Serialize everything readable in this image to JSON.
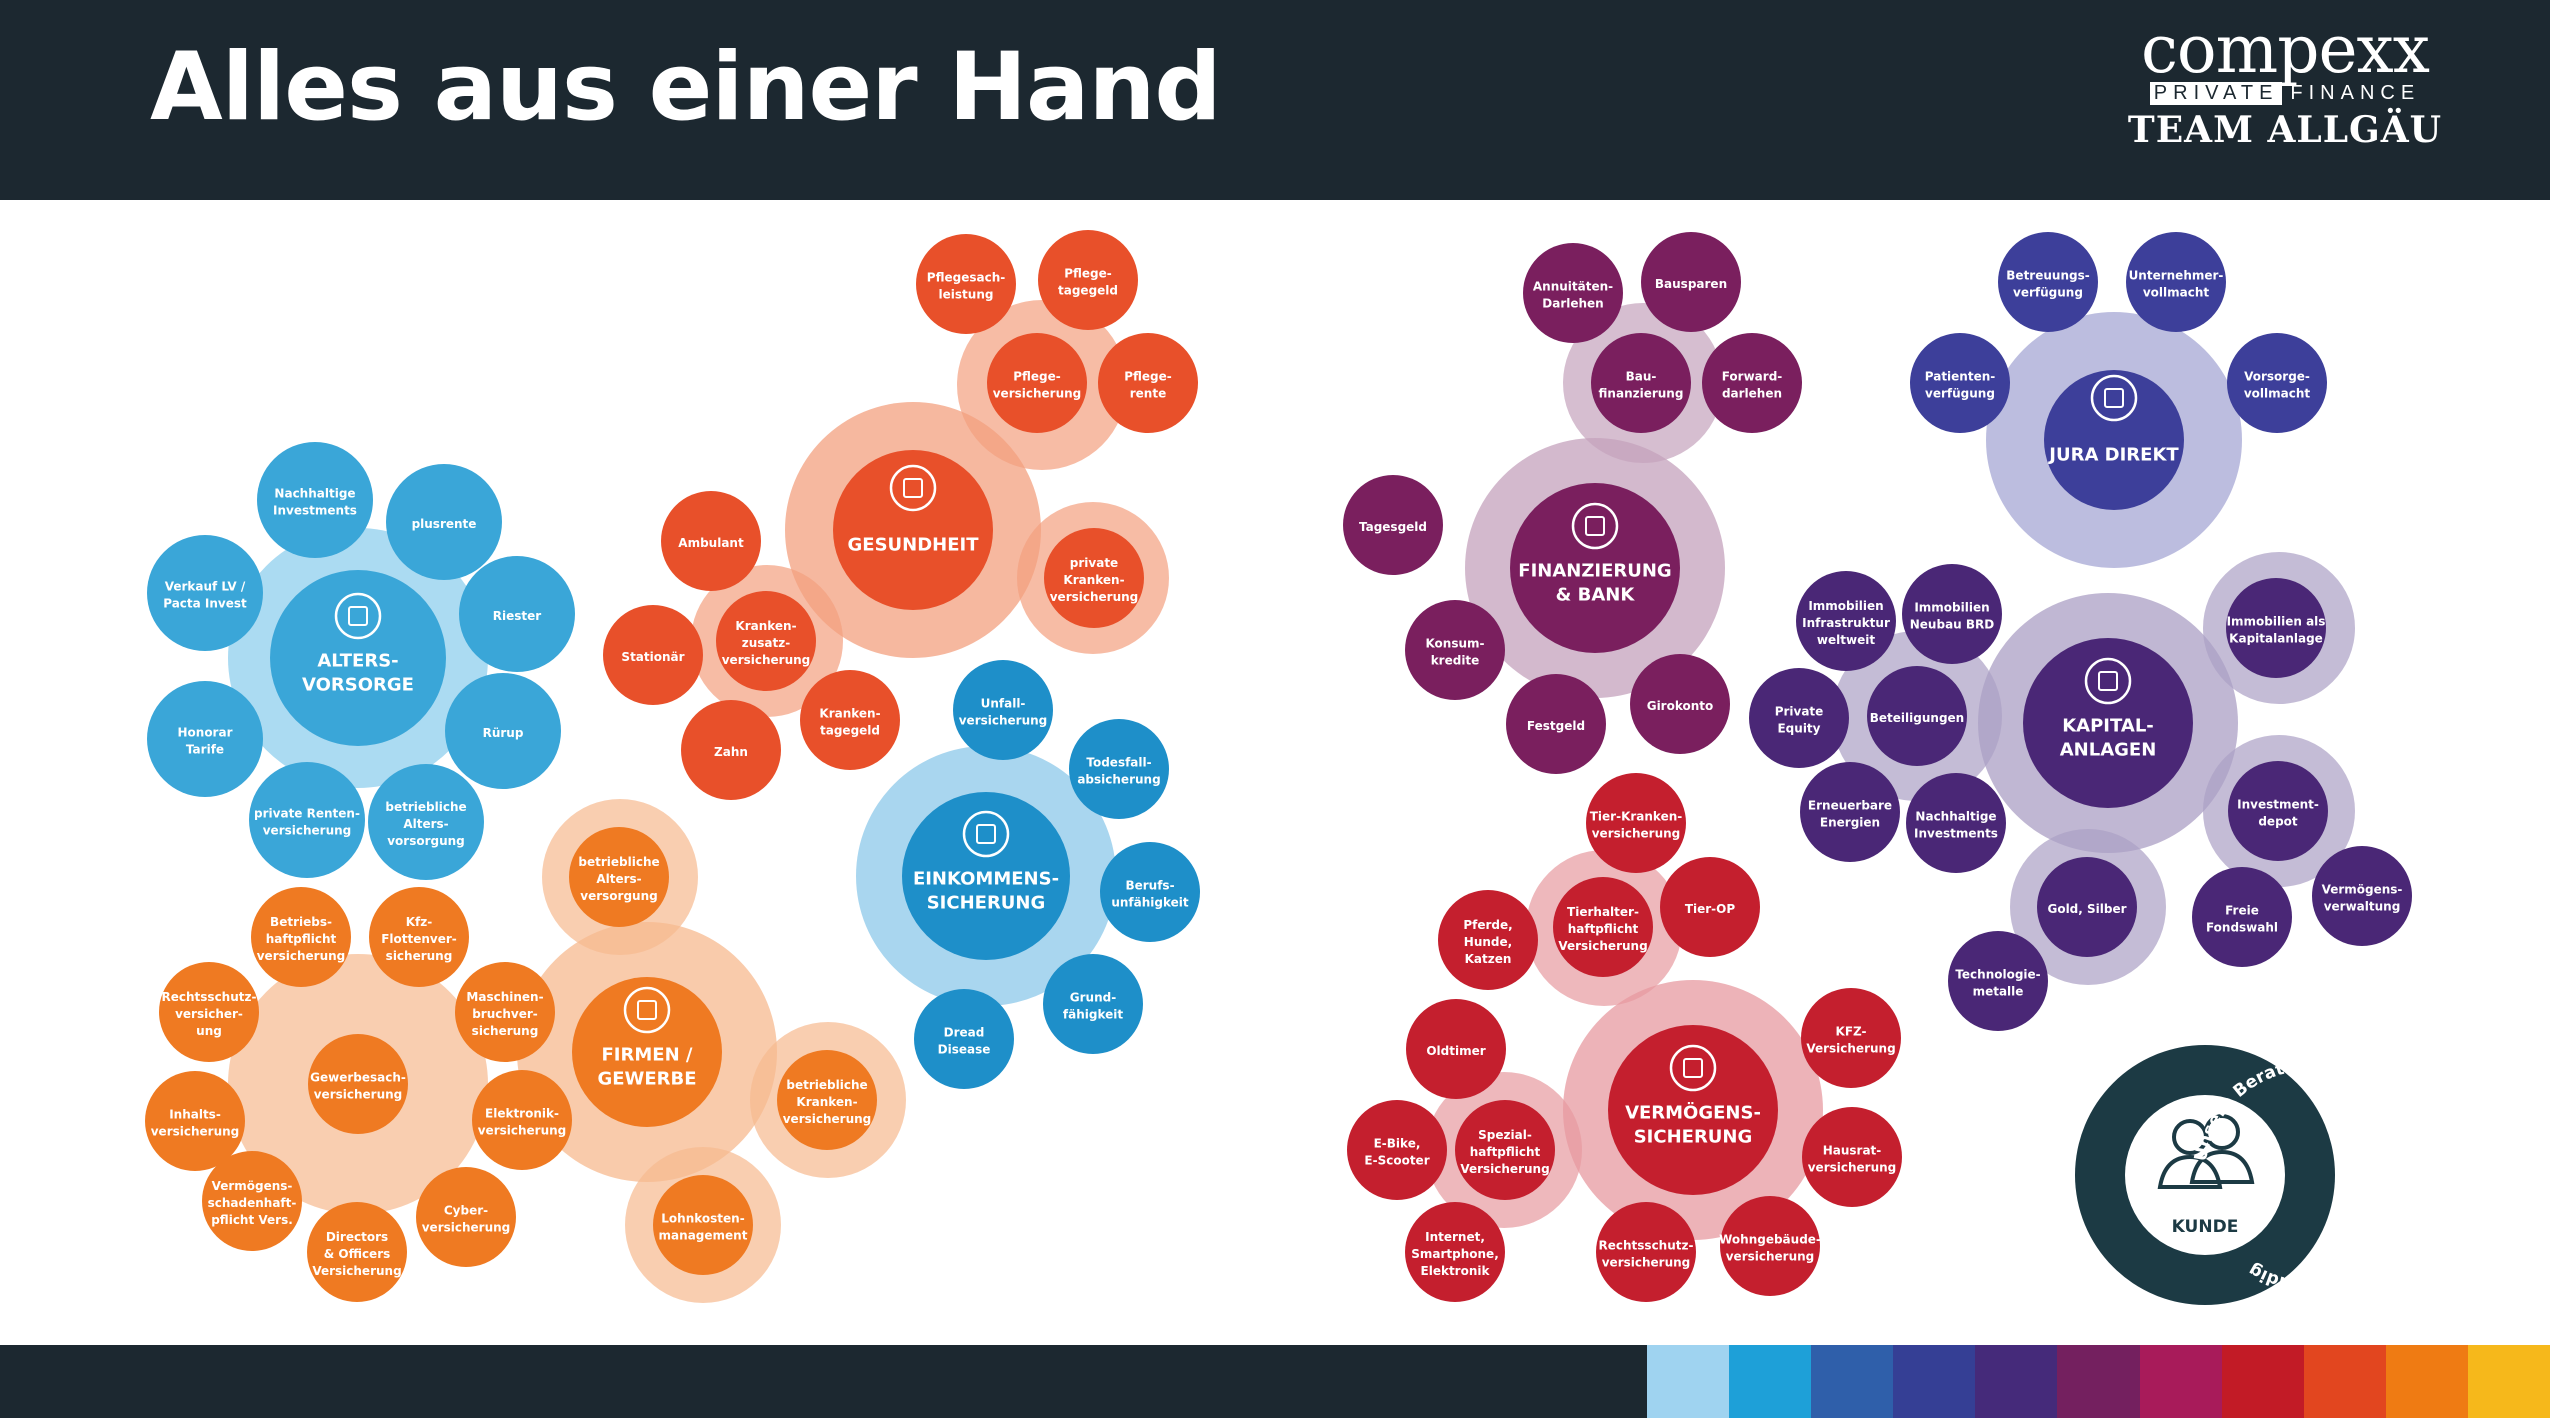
{
  "header": {
    "title": "Alles aus einer Hand",
    "logo_brand": "compexx",
    "logo_sub_left": "PRIVATE",
    "logo_sub_right": "FINANCE",
    "logo_team": "TEAM ALLGÄU"
  },
  "colors": {
    "dark": "#1c2830",
    "altersvorsorge": "#3aa6d8",
    "gesundheit": "#e8502a",
    "einkommen": "#1e8fc9",
    "firmen": "#ef7a22",
    "finanzierung": "#7a1f5e",
    "jura": "#3d3f9a",
    "kapital": "#4a2776",
    "vermoegen": "#c41f2e",
    "kunde": "#1c3a44"
  },
  "footer_stripes": [
    "#9fd3f0",
    "#1ea0d8",
    "#2f5faa",
    "#353f95",
    "#452a7a",
    "#74205f",
    "#a81b5a",
    "#c21b26",
    "#e2461f",
    "#ef7b13",
    "#f6b81b"
  ],
  "clusters": [
    {
      "id": "altersvorsorge",
      "color": "#3aa6d8",
      "hub": {
        "label": "ALTERS-\nVORSORGE",
        "icon": "family-icon"
      },
      "satellites": [
        {
          "label": "Nachhaltige\nInvestments"
        },
        {
          "label": "plusrente"
        },
        {
          "label": "Riester"
        },
        {
          "label": "Rürup"
        },
        {
          "label": "betriebliche\nAlters-\nvorsorgung"
        },
        {
          "label": "private Renten-\nversicherung"
        },
        {
          "label": "Honorar\nTarife"
        },
        {
          "label": "Verkauf LV /\nPacta Invest"
        }
      ]
    },
    {
      "id": "gesundheit",
      "color": "#e8502a",
      "hub": {
        "label": "GESUNDHEIT",
        "icon": "medical-cross-icon"
      },
      "satellites": [
        {
          "label": "Pflegesach-\nleistung"
        },
        {
          "label": "Pflege-\ntagegeld"
        },
        {
          "label": "Pflege-\nversicherung"
        },
        {
          "label": "Pflege-\nrente"
        },
        {
          "label": "private\nKranken-\nversicherung"
        },
        {
          "label": "Ambulant"
        },
        {
          "label": "Kranken-\nzusatz-\nversicherung"
        },
        {
          "label": "Stationär"
        },
        {
          "label": "Zahn"
        },
        {
          "label": "Kranken-\ntagegeld"
        }
      ]
    },
    {
      "id": "einkommen",
      "color": "#1e8fc9",
      "hub": {
        "label": "EINKOMMENS-\nSICHERUNG",
        "icon": "hand-coin-icon"
      },
      "satellites": [
        {
          "label": "Unfall-\nversicherung"
        },
        {
          "label": "Todesfall-\nabsicherung"
        },
        {
          "label": "Berufs-\nunfähigkeit"
        },
        {
          "label": "Grund-\nfähigkeit"
        },
        {
          "label": "Dread\nDisease"
        }
      ]
    },
    {
      "id": "firmen",
      "color": "#ef7a22",
      "hub": {
        "label": "FIRMEN /\nGEWERBE",
        "icon": "building-icon"
      },
      "satellites": [
        {
          "label": "betriebliche\nAlters-\nversorgung"
        },
        {
          "label": "betriebliche\nKranken-\nversicherung"
        },
        {
          "label": "Lohnkosten-\nmanagement"
        },
        {
          "label": "Gewerbesach-\nversicherung"
        },
        {
          "label": "Betriebs-\nhaftpflicht\nversicherung"
        },
        {
          "label": "Kfz-\nFlottenver-\nsicherung"
        },
        {
          "label": "Maschinen-\nbruchver-\nsicherung"
        },
        {
          "label": "Elektronik-\nversicherung"
        },
        {
          "label": "Cyber-\nversicherung"
        },
        {
          "label": "Directors\n& Officers\nVersicherung"
        },
        {
          "label": "Vermögens-\nschadenhaft-\npflicht Vers."
        },
        {
          "label": "Inhalts-\nversicherung"
        },
        {
          "label": "Rechtsschutz-\nversicher-\nung"
        }
      ]
    },
    {
      "id": "finanzierung",
      "color": "#7a1f5e",
      "hub": {
        "label": "FINANZIERUNG\n& BANK",
        "icon": "bank-icon"
      },
      "satellites": [
        {
          "label": "Annuitäten-\nDarlehen"
        },
        {
          "label": "Bausparen"
        },
        {
          "label": "Bau-\nfinanzierung"
        },
        {
          "label": "Forward-\ndarlehen"
        },
        {
          "label": "Tagesgeld"
        },
        {
          "label": "Konsum-\nkredite"
        },
        {
          "label": "Festgeld"
        },
        {
          "label": "Girokonto"
        }
      ]
    },
    {
      "id": "jura",
      "color": "#3d3f9a",
      "hub": {
        "label": "JURA DIREKT",
        "icon": "document-icon"
      },
      "satellites": [
        {
          "label": "Betreuungs-\nverfügung"
        },
        {
          "label": "Unternehmer-\nvollmacht"
        },
        {
          "label": "Patienten-\nverfügung"
        },
        {
          "label": "Vorsorge-\nvollmacht"
        }
      ]
    },
    {
      "id": "kapital",
      "color": "#4a2776",
      "hub": {
        "label": "KAPITAL-\nANLAGEN",
        "icon": "chart-icon"
      },
      "satellites": [
        {
          "label": "Immobilien\nInfrastruktur\nweltweit"
        },
        {
          "label": "Immobilien\nNeubau BRD"
        },
        {
          "label": "Immobilien als\nKapitalanlage"
        },
        {
          "label": "Private\nEquity"
        },
        {
          "label": "Beteiligungen"
        },
        {
          "label": "Erneuerbare\nEnergien"
        },
        {
          "label": "Nachhaltige\nInvestments"
        },
        {
          "label": "Investment-\ndepot"
        },
        {
          "label": "Vermögens-\nverwaltung"
        },
        {
          "label": "Gold, Silber"
        },
        {
          "label": "Freie\nFondswahl"
        },
        {
          "label": "Technologie-\nmetalle"
        }
      ]
    },
    {
      "id": "vermoegen",
      "color": "#c41f2e",
      "hub": {
        "label": "VERMÖGENS-\nSICHERUNG",
        "icon": "house-coin-icon"
      },
      "satellites": [
        {
          "label": "Tier-Kranken-\nversicherung"
        },
        {
          "label": "Tierhalter-\nhaftpflicht\nVersicherung"
        },
        {
          "label": "Tier-OP"
        },
        {
          "label": "Pferde,\nHunde,\nKatzen"
        },
        {
          "label": "Oldtimer"
        },
        {
          "label": "KFZ-\nVersicherung"
        },
        {
          "label": "E-Bike,\nE-Scooter"
        },
        {
          "label": "Spezial-\nhaftpflicht\nVersicherung"
        },
        {
          "label": "Hausrat-\nversicherung"
        },
        {
          "label": "Internet,\nSmartphone,\nElektronik"
        },
        {
          "label": "Rechtsschutz-\nversicherung"
        },
        {
          "label": "Wohngebäude-\nversicherung"
        }
      ]
    }
  ],
  "kunde": {
    "label": "KUNDE",
    "ring_text": "Unsere Beratung – umfassend, kompetent, eigenständig"
  }
}
